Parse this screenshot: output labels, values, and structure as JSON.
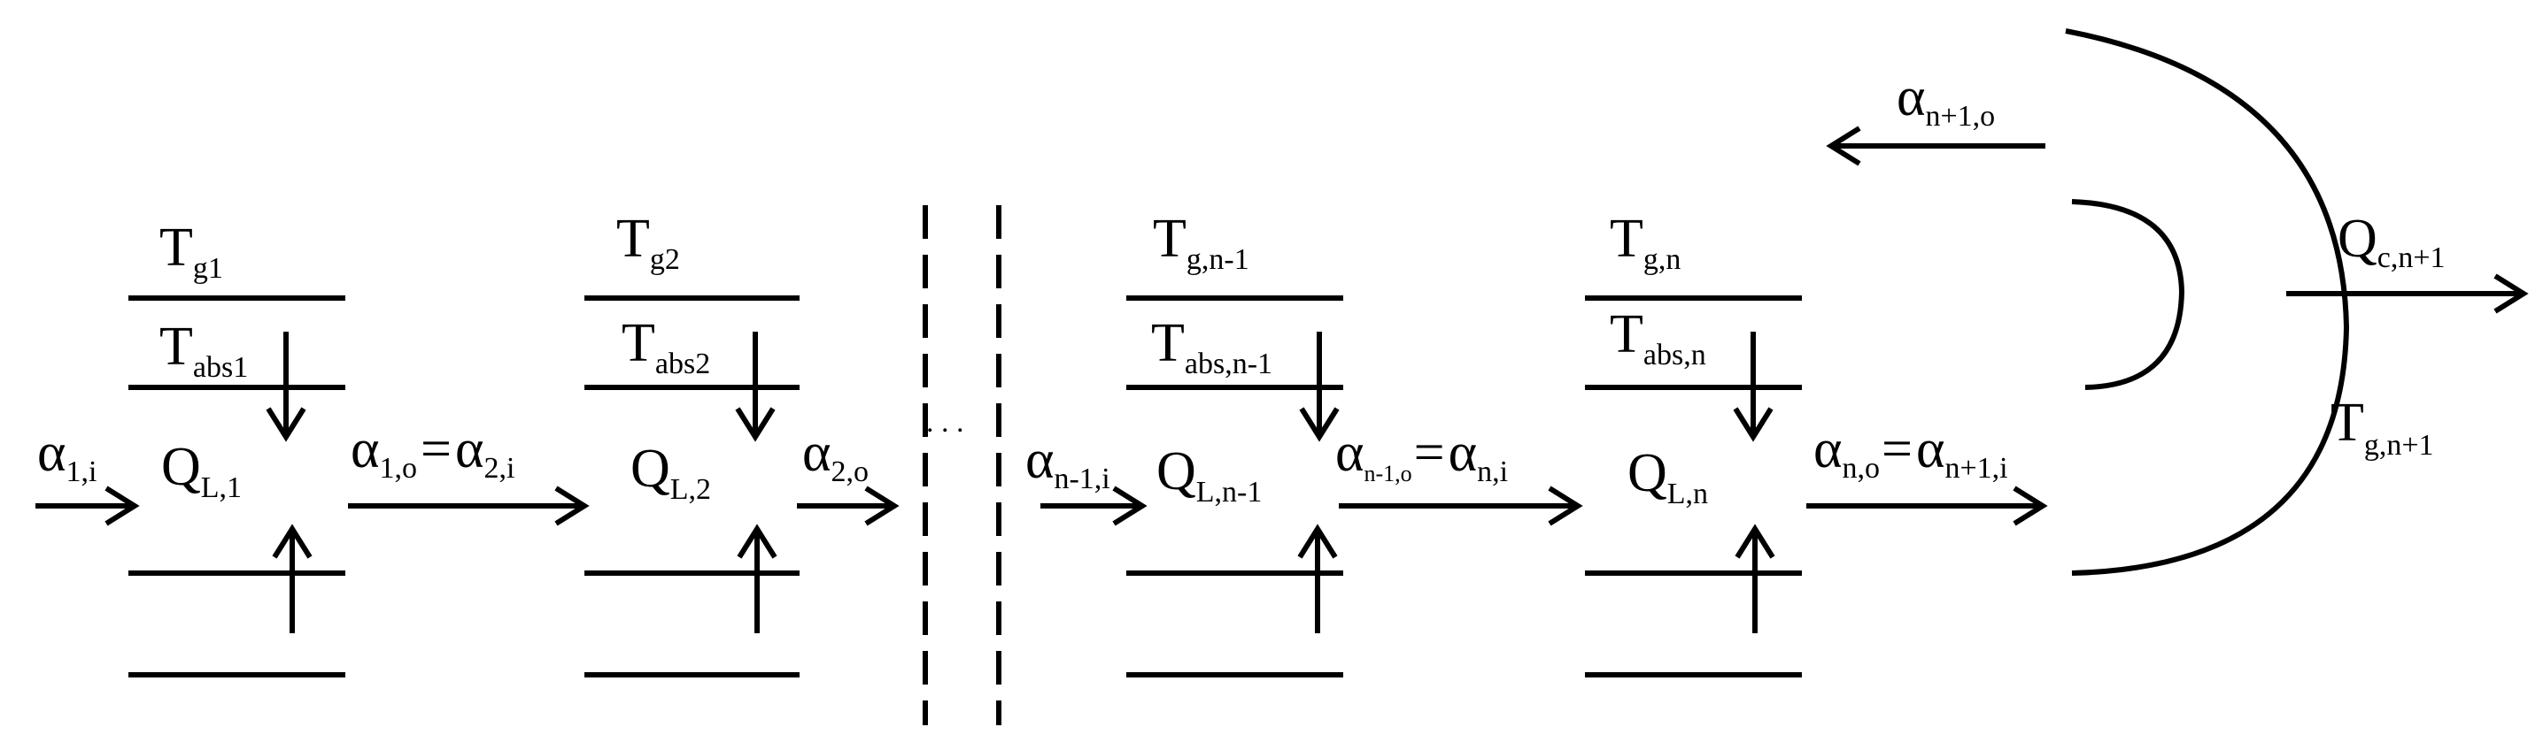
{
  "colors": {
    "stroke": "#000000",
    "background": "#ffffff"
  },
  "stages": [
    {
      "gas_main": "T",
      "gas_sub": "g1",
      "abs_main": "T",
      "abs_sub": "abs1",
      "q_main": "Q",
      "q_sub": "L,1"
    },
    {
      "gas_main": "T",
      "gas_sub": "g2",
      "abs_main": "T",
      "abs_sub": "abs2",
      "q_main": "Q",
      "q_sub": "L,2"
    },
    {
      "gas_main": "T",
      "gas_sub": "g,n-1",
      "abs_main": "T",
      "abs_sub": "abs,n-1",
      "q_main": "Q",
      "q_sub": "L,n-1"
    },
    {
      "gas_main": "T",
      "gas_sub": "g,n",
      "abs_main": "T",
      "abs_sub": "abs,n",
      "q_main": "Q",
      "q_sub": "L,n"
    }
  ],
  "flows": {
    "alpha_1i": {
      "main": "α",
      "sub": "1,i"
    },
    "alpha_1o": {
      "main": "α",
      "sub": "1,o"
    },
    "eq1": "=",
    "alpha_2i": {
      "main": "α",
      "sub": "2,i"
    },
    "alpha_2o": {
      "main": "α",
      "sub": "2,o"
    },
    "alpha_n1i": {
      "main": "α",
      "sub": "n-1,i"
    },
    "alpha_n1o": {
      "main": "α",
      "sub": "n-1,o"
    },
    "eq2": "=",
    "alpha_ni": {
      "main": "α",
      "sub": "n,i"
    },
    "alpha_no": {
      "main": "α",
      "sub": "n,o"
    },
    "eq3": "=",
    "alpha_np1i": {
      "main": "α",
      "sub": "n+1,i"
    },
    "alpha_np1o": {
      "main": "α",
      "sub": "n+1,o"
    }
  },
  "end_stage": {
    "q_main": "Q",
    "q_sub": "c,n+1",
    "t_main": "T",
    "t_sub": "g,n+1"
  },
  "ellipsis": ". . ."
}
